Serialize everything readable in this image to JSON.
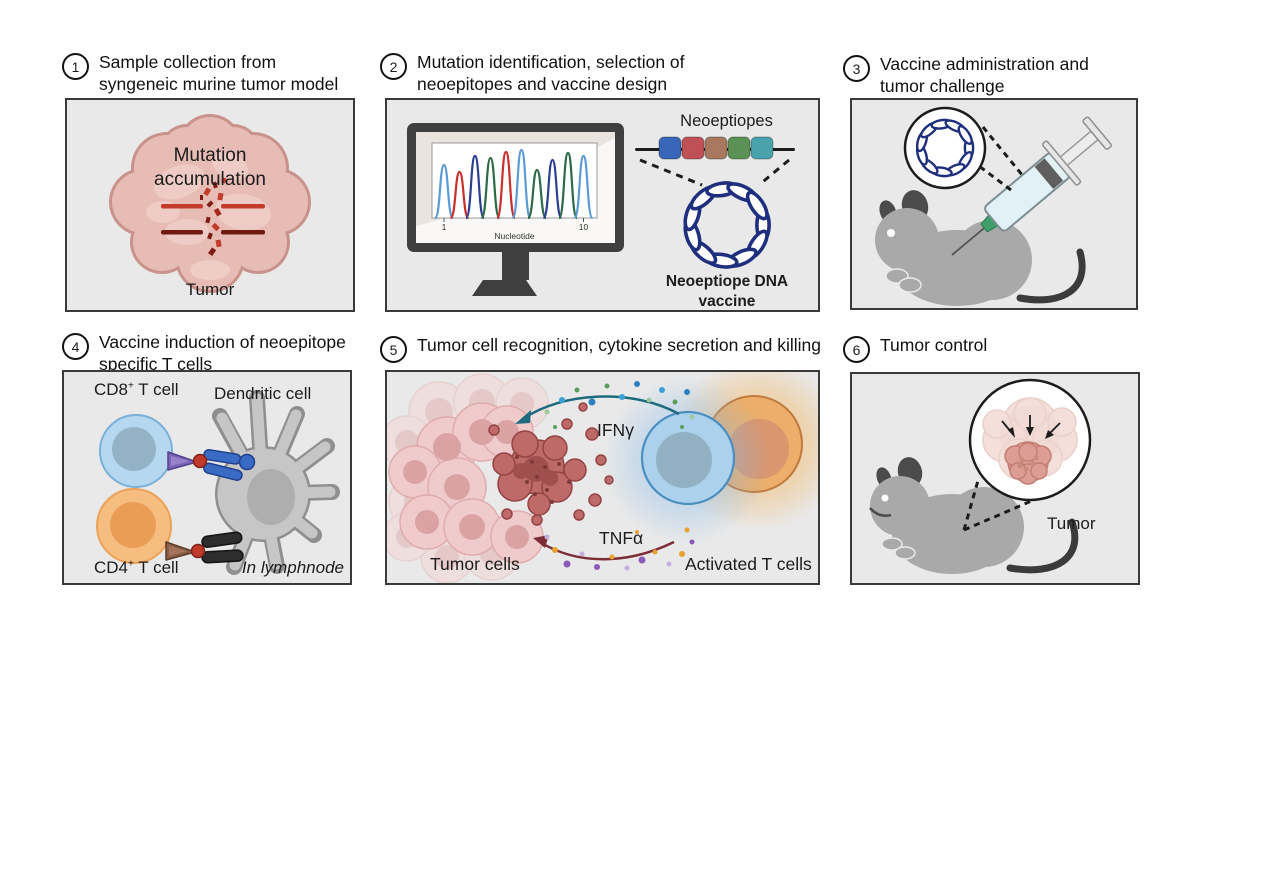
{
  "figure": {
    "background": "#ffffff",
    "panel_background": "#e9e9e9",
    "panel_border": "#3a3a3a"
  },
  "colors": {
    "block_blue": "#3866b8",
    "block_red": "#c05055",
    "block_brown": "#a8795f",
    "block_green": "#5b9154",
    "block_teal": "#49a3ad",
    "plasmid_navy": "#1e2f7d",
    "ifng_arrow": "#1f6b7e",
    "tnfa_arrow": "#7c2d36"
  },
  "panels": {
    "p1": {
      "number": "1",
      "title_line1": "Sample collection from",
      "title_line2": "syngeneic murine tumor model",
      "mutation_label": "Mutation accumulation",
      "tumor_label": "Tumor"
    },
    "p2": {
      "number": "2",
      "title_line1": "Mutation identification, selection of",
      "title_line2": "neoepitopes and vaccine design",
      "neoepitopes_label": "Neoeptiopes",
      "vaccine_label": "Neoeptiope DNA vaccine",
      "chromatogram": {
        "type": "line",
        "xlabel": "Nucleotide",
        "tick_first": "1",
        "tick_last": "10",
        "peaks": [
          {
            "color": "#5b9bd5",
            "apex": 65
          },
          {
            "color": "#c9302c",
            "apex": 72
          },
          {
            "color": "#2c3e8f",
            "apex": 56
          },
          {
            "color": "#2d6a45",
            "apex": 58
          },
          {
            "color": "#c9302c",
            "apex": 52
          },
          {
            "color": "#5b9bd5",
            "apex": 50
          },
          {
            "color": "#2d6a45",
            "apex": 70
          },
          {
            "color": "#2c3e8f",
            "apex": 60
          },
          {
            "color": "#2d6a45",
            "apex": 53
          },
          {
            "color": "#5b9bd5",
            "apex": 56
          }
        ]
      }
    },
    "p3": {
      "number": "3",
      "title_line1": "Vaccine administration and",
      "title_line2": "tumor challenge"
    },
    "p4": {
      "number": "4",
      "title_line1": "Vaccine induction of neoepitope",
      "title_line2": "specific T cells",
      "cd8_base": "CD8",
      "cd8_sup": "+",
      "cd8_rest": " T cell",
      "dendritic_label": "Dendritic cell",
      "cd4_base": "CD4",
      "cd4_sup": "+",
      "cd4_rest": " T cell",
      "location_label": "In lymphnode"
    },
    "p5": {
      "number": "5",
      "title": "Tumor cell recognition, cytokine secretion and killing",
      "ifng_label": "IFNγ",
      "tnfa_label": "TNFα",
      "tumor_cells_label": "Tumor cells",
      "t_cells_label": "Activated T cells"
    },
    "p6": {
      "number": "6",
      "title": "Tumor control",
      "tumor_label": "Tumor"
    }
  }
}
